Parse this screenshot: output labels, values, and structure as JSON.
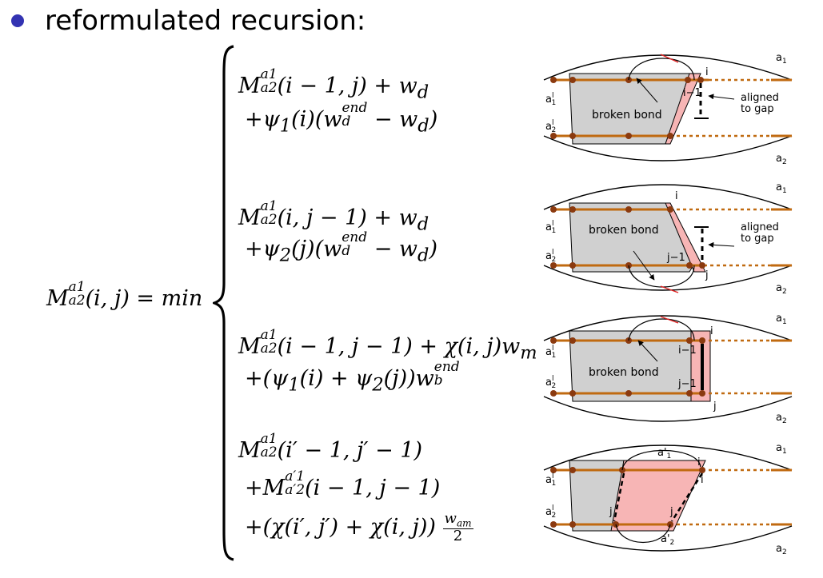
{
  "slide": {
    "heading": "reformulated recursion:"
  },
  "equation": {
    "lhs": "M(i, j) = min",
    "lhs_base": "M",
    "lhs_sup": "a1",
    "lhs_sub": "a2",
    "lhs_args": "(i, j) = min",
    "cases": [
      {
        "line1": "(i − 1, j) + w",
        "line1_sub": "d",
        "line2a": "+ψ",
        "line2_sub": "1",
        "line2b": "(i)(w",
        "line2_sup": "end",
        "line2_sub2": "d",
        "line2c": " − w",
        "line2_sub3": "d",
        "line2d": ")"
      },
      {
        "line1": "(i, j − 1) + w",
        "line1_sub": "d",
        "line2a": "+ψ",
        "line2_sub": "2",
        "line2b": "(j)(w",
        "line2_sup": "end",
        "line2_sub2": "d",
        "line2c": " − w",
        "line2_sub3": "d",
        "line2d": ")"
      },
      {
        "line1": "(i − 1, j − 1) + χ(i, j)w",
        "line1_sub": "m",
        "line2a": "+(ψ",
        "line2_sub": "1",
        "line2b": "(i) + ψ",
        "line2_sub2": "2",
        "line2c": "(j))w",
        "line2_sup": "end",
        "line2_sub3": "b",
        "line2d": ""
      },
      {
        "line1": "(i′ − 1, j′ − 1)",
        "line2a": "+M",
        "line2_sup": "a′1",
        "line2_sub": "a′2",
        "line2b": "(i − 1, j − 1)",
        "line3a": "+(χ(i′, j′) + χ(i, j))",
        "frac_num": "wam",
        "frac_num_sub": "am",
        "frac_num_base": "w",
        "frac_den": "2"
      }
    ]
  },
  "diagrams": {
    "labels": {
      "a1": "a",
      "a1_sub": "1",
      "a2": "a",
      "a2_sub": "2",
      "ap1": "a",
      "ap1_sup": "l",
      "ap1_sub": "1",
      "ap2": "a",
      "ap2_sup": "l",
      "ap2_sub": "2",
      "broken_bond": "broken bond",
      "aligned1": "aligned",
      "aligned2": "to gap",
      "i": "i",
      "j": "j",
      "i_minus_1": "i−1",
      "j_minus_1": "j−1",
      "ap1_node": "a'",
      "ap1_node_sub": "1",
      "ap2_node": "a'",
      "ap2_node_sub": "2"
    }
  },
  "colors": {
    "bullet": "#3333b2",
    "strand": "#c06a10",
    "node": "#8b3a0f",
    "gray_fill": "#d0d0d0",
    "pink_fill": "#f7b5b5",
    "red_mark": "#e02020"
  }
}
